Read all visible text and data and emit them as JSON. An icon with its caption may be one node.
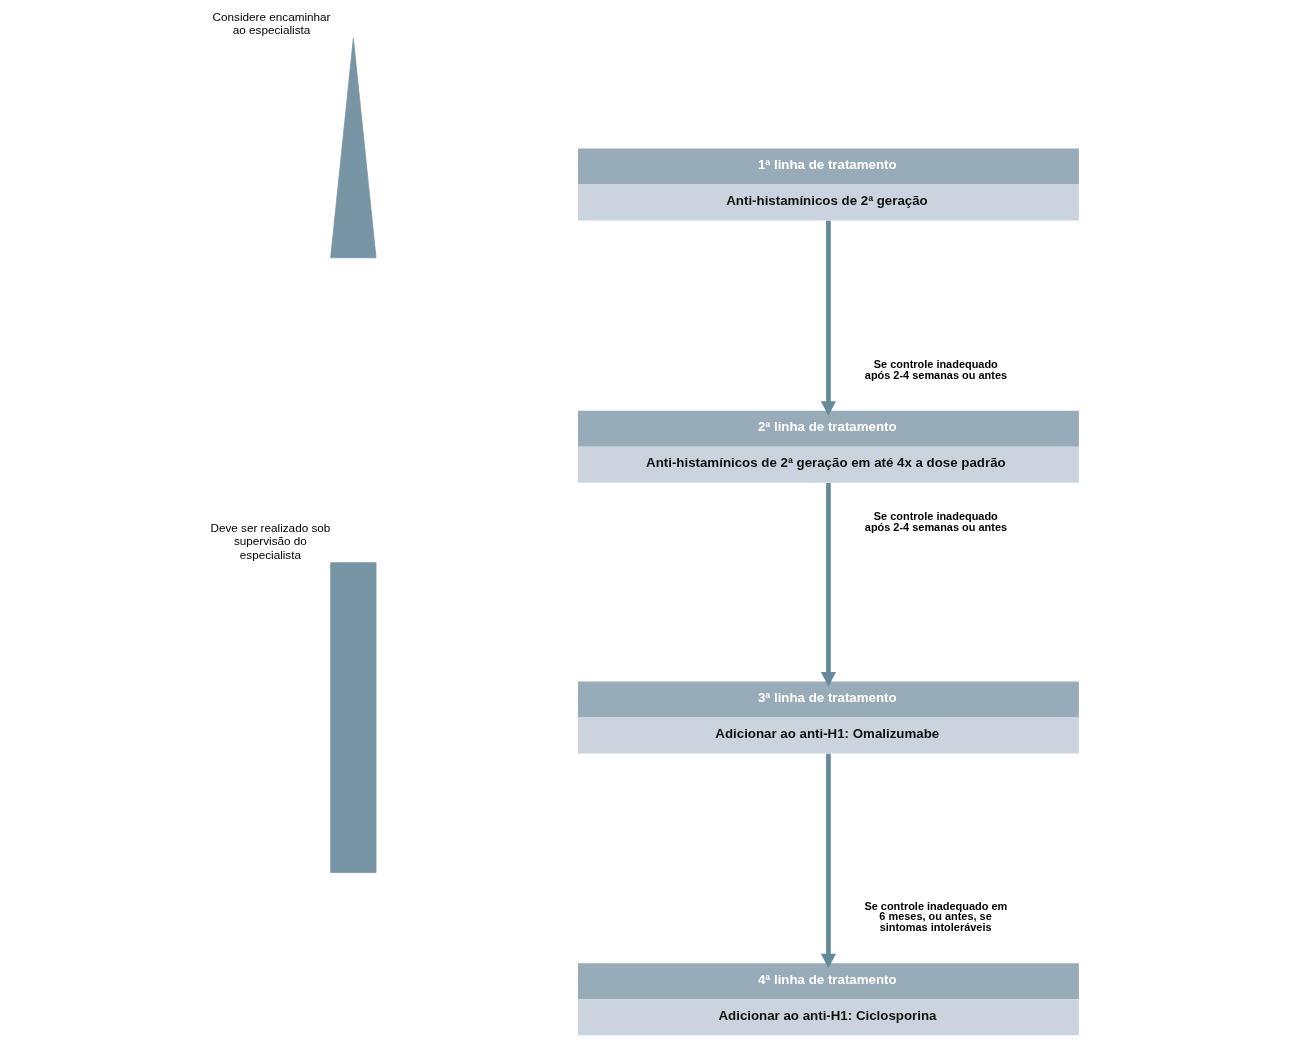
{
  "diagram": {
    "nodes": [
      {
        "text": [
          "1ª linha de tratamento",
          "Anti-histamínicos de 2ª geração"
        ]
      },
      {
        "text": [
          "2ª linha de tratamento",
          "Anti-histamínicos de 2ª geração em até 4x a dose padrão"
        ]
      },
      {
        "text": [
          "3ª linha de tratamento",
          "Adicionar ao anti-H1: Omalizumabe"
        ]
      },
      {
        "text": [
          "4ª linha de tratamento",
          "Adicionar ao anti-H1: Ciclosporina"
        ]
      },
      {
        "text": [],
        "shape": "triangle",
        "beside": [
          "Considere encaminhar ao especialista"
        ]
      },
      {
        "text": [],
        "shape": "bar",
        "beside": [
          "Deve ser realizado sob supervisão do especialista"
        ]
      }
    ],
    "edges": [
      {
        "from": 0,
        "to": 1,
        "arrow": "to",
        "label": "Se controle inadequado após 2-4 semanas ou antes"
      },
      {
        "from": 1,
        "to": 2,
        "arrow": "to",
        "label": "Se controle inadequado após 2-4 semanas ou antes"
      },
      {
        "from": 2,
        "to": 3,
        "arrow": "to",
        "label": "Se controle inadequado em 6 meses, ou antes, se sintomas intoleráveis"
      }
    ]
  }
}
